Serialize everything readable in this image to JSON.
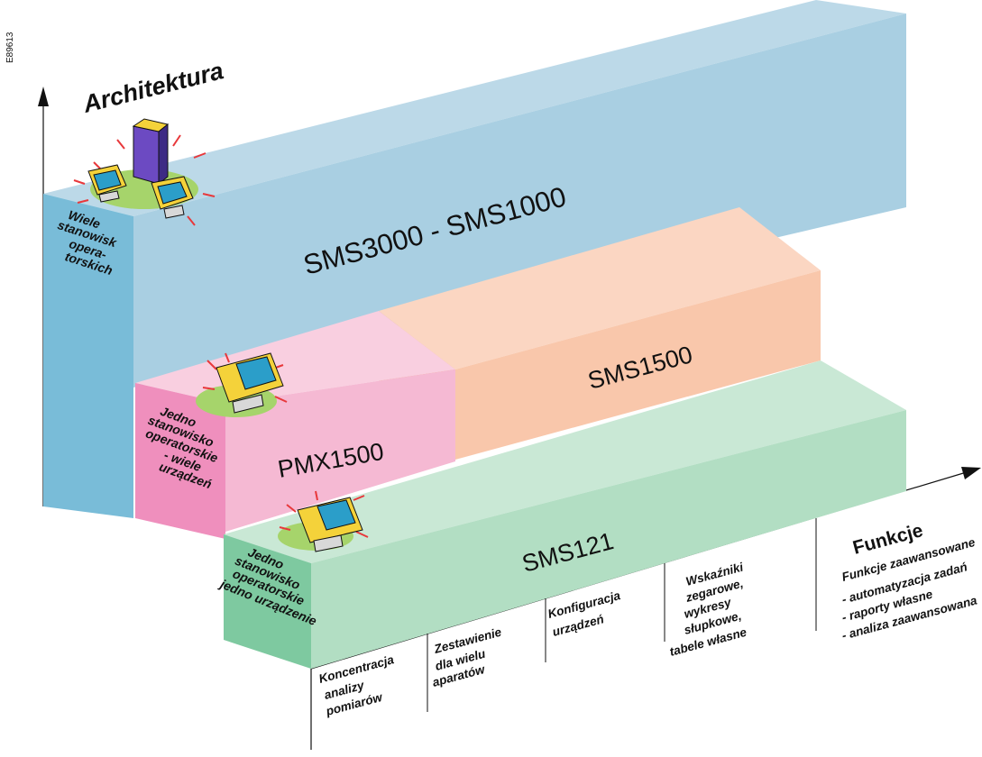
{
  "figure_id": "E89613",
  "axes": {
    "vertical_label": "Architektura",
    "horizontal_label": "Funkcje"
  },
  "blocks": {
    "sms3000": {
      "name": "SMS3000 - SMS1000",
      "color_top": "#bcd9e8",
      "color_front": "#a9cfe2",
      "color_side": "#79bcd8"
    },
    "sms1500": {
      "name": "SMS1500",
      "color_top": "#fbd6c2",
      "color_front": "#f9c7ab",
      "color_side": "#f4a77a"
    },
    "pmx1500": {
      "name": "PMX1500",
      "color_top": "#f9cfe0",
      "color_front": "#f5b9d3",
      "color_side": "#ef8fbd"
    },
    "sms121": {
      "name": "SMS121",
      "color_top": "#c9e8d5",
      "color_front": "#b2dec3",
      "color_side": "#7ec9a0"
    }
  },
  "side_labels": {
    "multi": [
      "Wiele",
      "stanowisk",
      "opera-",
      "torskich"
    ],
    "single_multi": [
      "Jedno",
      "stanowisko",
      "operatorskie",
      "- wiele",
      "urządzeń"
    ],
    "single_single": [
      "Jedno",
      "stanowisko",
      "operatorskie",
      "jedno urządzenie"
    ]
  },
  "functions": [
    [
      "Koncentracja",
      "analizy",
      "pomiarów"
    ],
    [
      "Zestawienie",
      "dla wielu",
      "aparatów"
    ],
    [
      "Konfiguracja",
      "urządzeń"
    ],
    [
      "Wskaźniki",
      "zegarowe,",
      "wykresy",
      "słupkowe,",
      "tabele własne"
    ]
  ],
  "advanced": {
    "title": "Funkcje zaawansowane",
    "items": [
      "- automatyzacja zadań",
      "- raporty własne",
      "- analiza zaawansowana"
    ]
  }
}
